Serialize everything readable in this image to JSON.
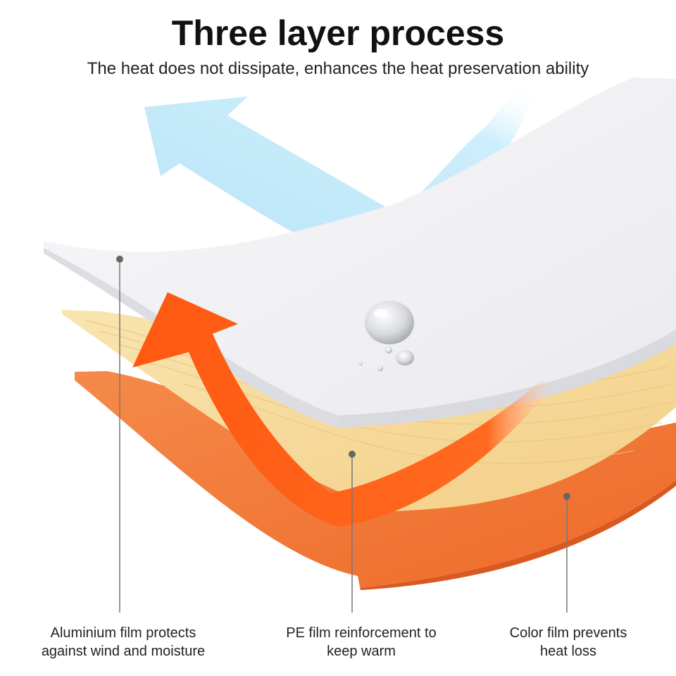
{
  "header": {
    "title": "Three layer process",
    "subtitle": "The heat does not dissipate, enhances the heat preservation ability"
  },
  "colors": {
    "cool_arrow": "#bfe7f8",
    "hot_arrow": "#ff5a14",
    "aluminium_layer": "#f1f1f3",
    "pe_layer": "#f6d89a",
    "color_layer": "#f47a35"
  },
  "layers": [
    {
      "line1": "Aluminium film protects",
      "line2": "against wind and moisture"
    },
    {
      "line1": "PE film reinforcement to",
      "line2": "keep warm"
    },
    {
      "line1": "Color film prevents",
      "line2": "heat loss"
    }
  ]
}
